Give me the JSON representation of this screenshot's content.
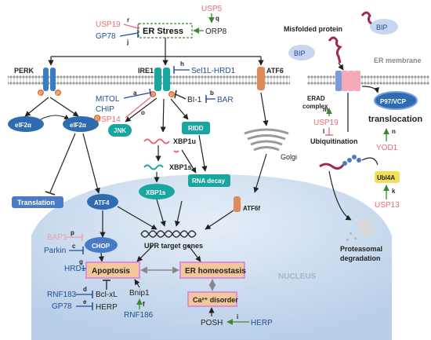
{
  "er_stress": {
    "title": "ER Stress",
    "regulators": {
      "usp5": "USP5",
      "q": "q",
      "usp19": "USP19",
      "r": "r",
      "gp78": "GP78",
      "j": "j",
      "orp8": "ORP8"
    }
  },
  "sensors": {
    "perk": "PERK",
    "ire1": "IRE1",
    "atf6": "ATF6",
    "p": "P",
    "sel1l": "Sel1L-HRD1",
    "h": "h",
    "mitol": "MITOL",
    "chip": "CHIP",
    "usp14": "USP14",
    "a": "a",
    "o": "o",
    "bi1": "BI-1",
    "b": "b",
    "bar": "BAR"
  },
  "perk_branch": {
    "eif2a": "eIF2α",
    "eif2a_p": "eIF2α",
    "translation": "Translation",
    "atf4": "ATF4",
    "chop": "CHOP",
    "bap1": "BAP1",
    "p_label": "p",
    "parkin": "Parkin",
    "c": "c"
  },
  "ire1_branch": {
    "jnk": "JNK",
    "ridd": "RIDD",
    "xbp1u": "XBP1u",
    "xbp1s_mrna": "XBP1s",
    "rna_decay": "RNA decay",
    "xbp1s": "XBP1s"
  },
  "atf6_branch": {
    "golgi": "Golgi",
    "atf6f": "ATF6f"
  },
  "nucleus": {
    "label": "NUCLEUS",
    "upr": "UPR  target genes",
    "apoptosis": "Apoptosis",
    "er_homeostasis": "ER homeostasis",
    "ca_disorder": "Ca²⁺ disorder",
    "hrd1": "HRD1",
    "g": "g",
    "rnf183": "RNF183",
    "d": "d",
    "bclxl": "Bcl-xL",
    "gp78": "GP78",
    "e": "e",
    "herp": "HERP",
    "bnip1": "Bnip1",
    "f": "f",
    "rnf186": "RNF186",
    "posh": "POSH",
    "i": "i",
    "herp2": "HERP"
  },
  "erad": {
    "misfolded": "Misfolded protein",
    "bip": "BIP",
    "er_membrane": "ER membrane",
    "erad_complex": "ERAD\ncomplex",
    "erad_line1": "ERAD",
    "erad_line2": "complex",
    "m": "m",
    "l": "l",
    "usp19": "USP19",
    "ubiquitination": "Ubiquitination",
    "p97": "P97/VCP",
    "translocation": "translocation",
    "n": "n",
    "yod1": "YOD1",
    "ubl4a": "Ubl4A",
    "k": "k",
    "usp13": "USP13",
    "degradation_line1": "Proteasomal",
    "degradation_line2": "degradation"
  },
  "colors": {
    "pink": "#e86a7a",
    "blue": "#1f4e96",
    "green": "#3a8a2a",
    "nucleus": "#cfe0f3",
    "perk": "#3a7dc4",
    "ire1": "#1aa6a0",
    "atf6": "#e08a5a",
    "apoptosis": "#f3c79a",
    "box_border": "#d98fe0"
  }
}
